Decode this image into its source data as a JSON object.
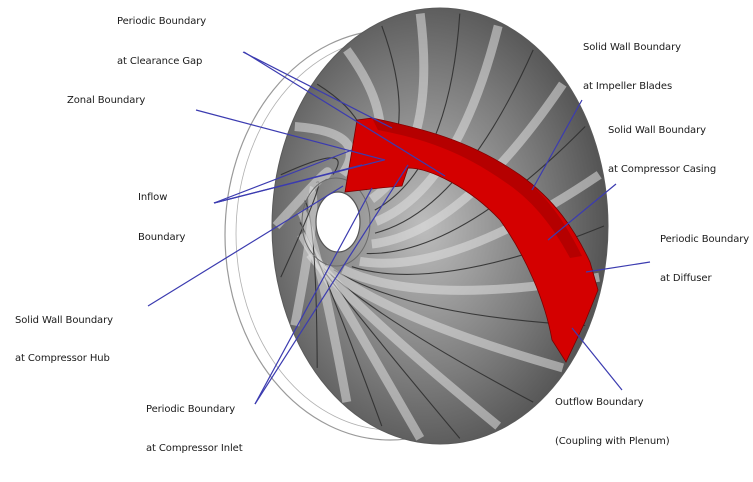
{
  "diagram": {
    "labels": {
      "periodic_clearance_1": "Periodic Boundary",
      "periodic_clearance_2": "at Clearance Gap",
      "zonal": "Zonal Boundary",
      "inflow_1": "Inflow",
      "inflow_2": "Boundary",
      "solid_hub_1": "Solid Wall Boundary",
      "solid_hub_2": "at Compressor Hub",
      "periodic_inlet_1": "Periodic Boundary",
      "periodic_inlet_2": "at Compressor Inlet",
      "solid_blades_1": "Solid Wall Boundary",
      "solid_blades_2": "at Impeller Blades",
      "solid_casing_1": "Solid Wall Boundary",
      "solid_casing_2": "at Compressor Casing",
      "periodic_diffuser_1": "Periodic Boundary",
      "periodic_diffuser_2": "at Diffuser",
      "outflow_1": "Outflow Boundary",
      "outflow_2": "(Coupling with Plenum)"
    },
    "colors": {
      "leader": "#3b3bb0",
      "highlight": "#d40000",
      "body_dark": "#4d4d4d",
      "body_mid": "#8a8a8a",
      "body_light": "#c9c9c9"
    }
  }
}
